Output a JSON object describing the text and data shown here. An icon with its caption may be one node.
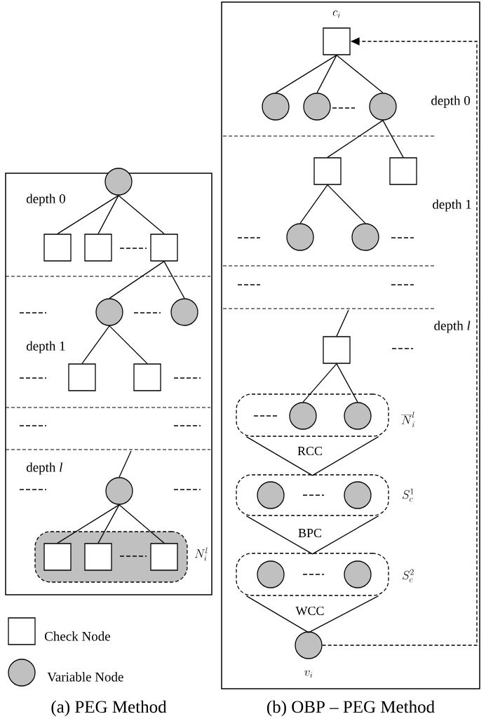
{
  "diagram": {
    "nodes": [
      {
        "text": [],
        "shape": "box"
      },
      {
        "text": [],
        "shape": "circle",
        "in": 0
      },
      {
        "text": [],
        "shape": "box",
        "in": 0
      },
      {
        "text": [],
        "shape": "box",
        "in": 0
      },
      {
        "text": [],
        "shape": "box",
        "in": 0
      },
      {
        "text": [],
        "shape": "circle",
        "in": 0
      },
      {
        "text": [],
        "shape": "circle",
        "in": 0
      },
      {
        "text": [],
        "shape": "box",
        "in": 0
      },
      {
        "text": [],
        "shape": "box",
        "in": 0
      },
      {
        "text": [],
        "shape": "circle",
        "in": 0
      },
      {
        "text": [],
        "shape": "box",
        "in": 0,
        "beside": [
          "N_i^l"
        ]
      },
      {
        "text": [],
        "shape": "box",
        "in": 10
      },
      {
        "text": [],
        "shape": "box",
        "in": 10
      },
      {
        "text": [],
        "shape": "box",
        "in": 10
      },
      {
        "text": [],
        "shape": "box"
      },
      {
        "text": [],
        "shape": "box",
        "in": 14,
        "beside": [
          "c_i"
        ]
      },
      {
        "text": [],
        "shape": "circle",
        "in": 14
      },
      {
        "text": [],
        "shape": "circle",
        "in": 14
      },
      {
        "text": [],
        "shape": "circle",
        "in": 14
      },
      {
        "text": [],
        "shape": "box",
        "in": 14
      },
      {
        "text": [],
        "shape": "box",
        "in": 14
      },
      {
        "text": [],
        "shape": "circle",
        "in": 14
      },
      {
        "text": [],
        "shape": "circle",
        "in": 14
      },
      {
        "text": [],
        "shape": "box",
        "in": 14
      },
      {
        "text": [],
        "shape": "box",
        "in": 14,
        "beside": [
          "\\overline{N}_i^l"
        ]
      },
      {
        "text": [],
        "shape": "circle",
        "in": 24
      },
      {
        "text": [],
        "shape": "circle",
        "in": 24
      },
      {
        "text": [],
        "shape": "box",
        "in": 14,
        "beside": [
          "S_c^1"
        ]
      },
      {
        "text": [],
        "shape": "circle",
        "in": 27
      },
      {
        "text": [],
        "shape": "circle",
        "in": 27
      },
      {
        "text": [],
        "shape": "box",
        "in": 14,
        "beside": [
          "S_c^2"
        ]
      },
      {
        "text": [],
        "shape": "circle",
        "in": 30
      },
      {
        "text": [],
        "shape": "circle",
        "in": 30
      },
      {
        "text": [],
        "shape": "circle",
        "in": 14,
        "beside": [
          "v_i"
        ]
      }
    ],
    "edges": [
      {
        "from": 1,
        "to": 2,
        "arrow": "none"
      },
      {
        "from": 1,
        "to": 3,
        "arrow": "none"
      },
      {
        "from": 1,
        "to": 4,
        "arrow": "none"
      },
      {
        "from": 4,
        "to": 5,
        "arrow": "none"
      },
      {
        "from": 4,
        "to": 6,
        "arrow": "none"
      },
      {
        "from": 5,
        "to": 7,
        "arrow": "none"
      },
      {
        "from": 5,
        "to": 8,
        "arrow": "none"
      },
      {
        "from": null,
        "to": 9,
        "arrow": "none"
      },
      {
        "from": 9,
        "to": 11,
        "arrow": "none"
      },
      {
        "from": 9,
        "to": 12,
        "arrow": "none"
      },
      {
        "from": 9,
        "to": 13,
        "arrow": "none"
      },
      {
        "from": 15,
        "to": 16,
        "arrow": "none"
      },
      {
        "from": 15,
        "to": 17,
        "arrow": "none"
      },
      {
        "from": 15,
        "to": 18,
        "arrow": "none"
      },
      {
        "from": 18,
        "to": 19,
        "arrow": "none"
      },
      {
        "from": 18,
        "to": 20,
        "arrow": "none"
      },
      {
        "from": 19,
        "to": 21,
        "arrow": "none"
      },
      {
        "from": 19,
        "to": 22,
        "arrow": "none"
      },
      {
        "from": null,
        "to": 23,
        "arrow": "none"
      },
      {
        "from": 23,
        "to": 25,
        "arrow": "none"
      },
      {
        "from": 23,
        "to": 26,
        "arrow": "none"
      },
      {
        "from": 24,
        "to": 27,
        "arrow": "none",
        "label": "RCC"
      },
      {
        "from": 27,
        "to": 30,
        "arrow": "none",
        "label": "BPC"
      },
      {
        "from": 30,
        "to": 33,
        "arrow": "none",
        "label": "WCC"
      },
      {
        "from": 33,
        "to": 15,
        "arrow": "to",
        "style": "dashed"
      }
    ],
    "labels": [
      "depth 0",
      "depth 1",
      "depth *l*",
      "depth 0",
      "depth 1",
      "depth *l*",
      "(a) PEG Method",
      "(b) OBP – PEG Method"
    ],
    "legend": [
      {
        "text": "Check Node"
      },
      {
        "text": "Variable Node"
      }
    ]
  }
}
